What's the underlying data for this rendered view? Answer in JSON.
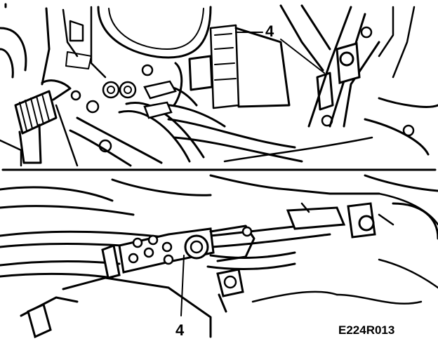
{
  "figure": {
    "callout_top": "4",
    "callout_bottom": "4",
    "image_code": "E224R013"
  },
  "colors": {
    "ink": "#000000",
    "paper": "#ffffff"
  }
}
